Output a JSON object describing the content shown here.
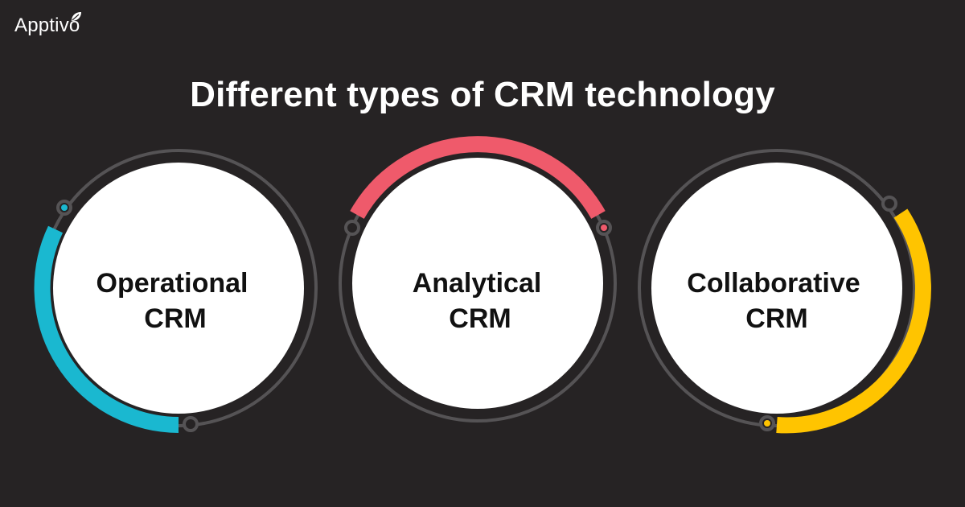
{
  "brand": {
    "name": "Apptivo",
    "leaf_icon": "leaf-icon"
  },
  "title": "Different types of CRM technology",
  "nodes": [
    {
      "line1": "Operational",
      "line2": "CRM",
      "accent": "#1ab8d0"
    },
    {
      "line1": "Analytical",
      "line2": "CRM",
      "accent": "#ef5a6b"
    },
    {
      "line1": "Collaborative",
      "line2": "CRM",
      "accent": "#ffc400"
    }
  ],
  "colors": {
    "background": "#262324",
    "ring": "#555355",
    "circle_fill": "#ffffff",
    "text": "#111111"
  }
}
